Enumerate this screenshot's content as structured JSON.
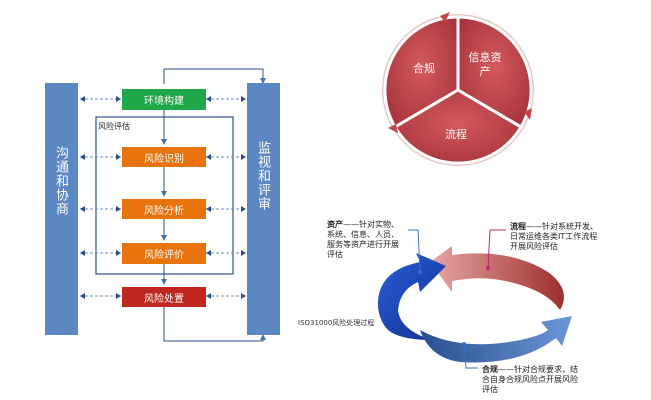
{
  "process": {
    "left_column": "沟通和协商",
    "right_column": "监视和评审",
    "risk_assessment_label": "风险评估",
    "steps": [
      {
        "label": "环境构建",
        "color": "#1ea84a"
      },
      {
        "label": "风险识别",
        "color": "#e8730c"
      },
      {
        "label": "风险分析",
        "color": "#e8730c"
      },
      {
        "label": "风险评价",
        "color": "#e8730c"
      },
      {
        "label": "风险处置",
        "color": "#c0281f"
      }
    ],
    "column_color": "#5b87c3",
    "caption": "ISO31000风险处理过程"
  },
  "pie": {
    "segments": [
      {
        "label": "合规"
      },
      {
        "label": "信息资\n产"
      },
      {
        "label": "流程"
      }
    ],
    "color": "#c1454b"
  },
  "cycle": {
    "assets": {
      "title": "资产",
      "text": "——针对实物、\n系统、信息、人员、\n服务等资产进行开展\n评估"
    },
    "process": {
      "title": "流程",
      "text": "——针对系统开发、\n日常运维各类IT工作流程\n开展风险评估"
    },
    "compliance": {
      "title": "合规",
      "text": "——针对合规要求，结\n合自身合规风险点开展风险\n评估"
    }
  }
}
